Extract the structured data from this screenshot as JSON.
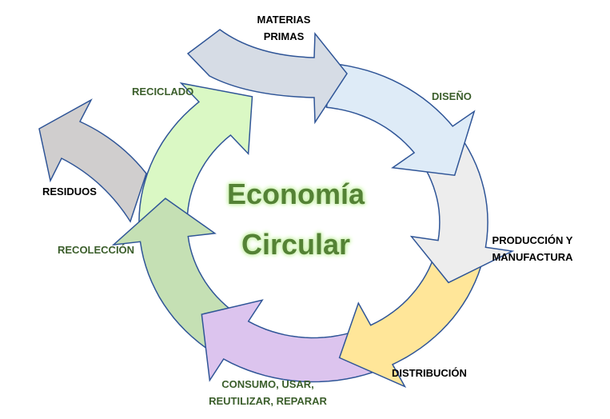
{
  "title": {
    "line1": "Economía",
    "line2": "Circular"
  },
  "labels": {
    "materias_primas": [
      "MATERIAS",
      "PRIMAS"
    ],
    "diseno": "DISEÑO",
    "produccion": [
      "PRODUCCIÓN Y",
      "MANUFACTURA"
    ],
    "distribucion": "DISTRIBUCIÓN",
    "consumo": [
      "CONSUMO, USAR,",
      "REUTILIZAR, REPARAR"
    ],
    "recoleccion": "RECOLECCIÓN",
    "residuos": "RESIDUOS",
    "reciclado": "RECICLADO"
  },
  "colors": {
    "stroke": "#2F5597",
    "materias_primas": "#D6DCE5",
    "diseno": "#DEEBF7",
    "produccion": "#EDEDED",
    "distribucion": "#FFE699",
    "consumo": "#DCC4EE",
    "recoleccion": "#C5E0B4",
    "reciclado": "#DAF8C4",
    "residuos": "#D0CECE"
  }
}
